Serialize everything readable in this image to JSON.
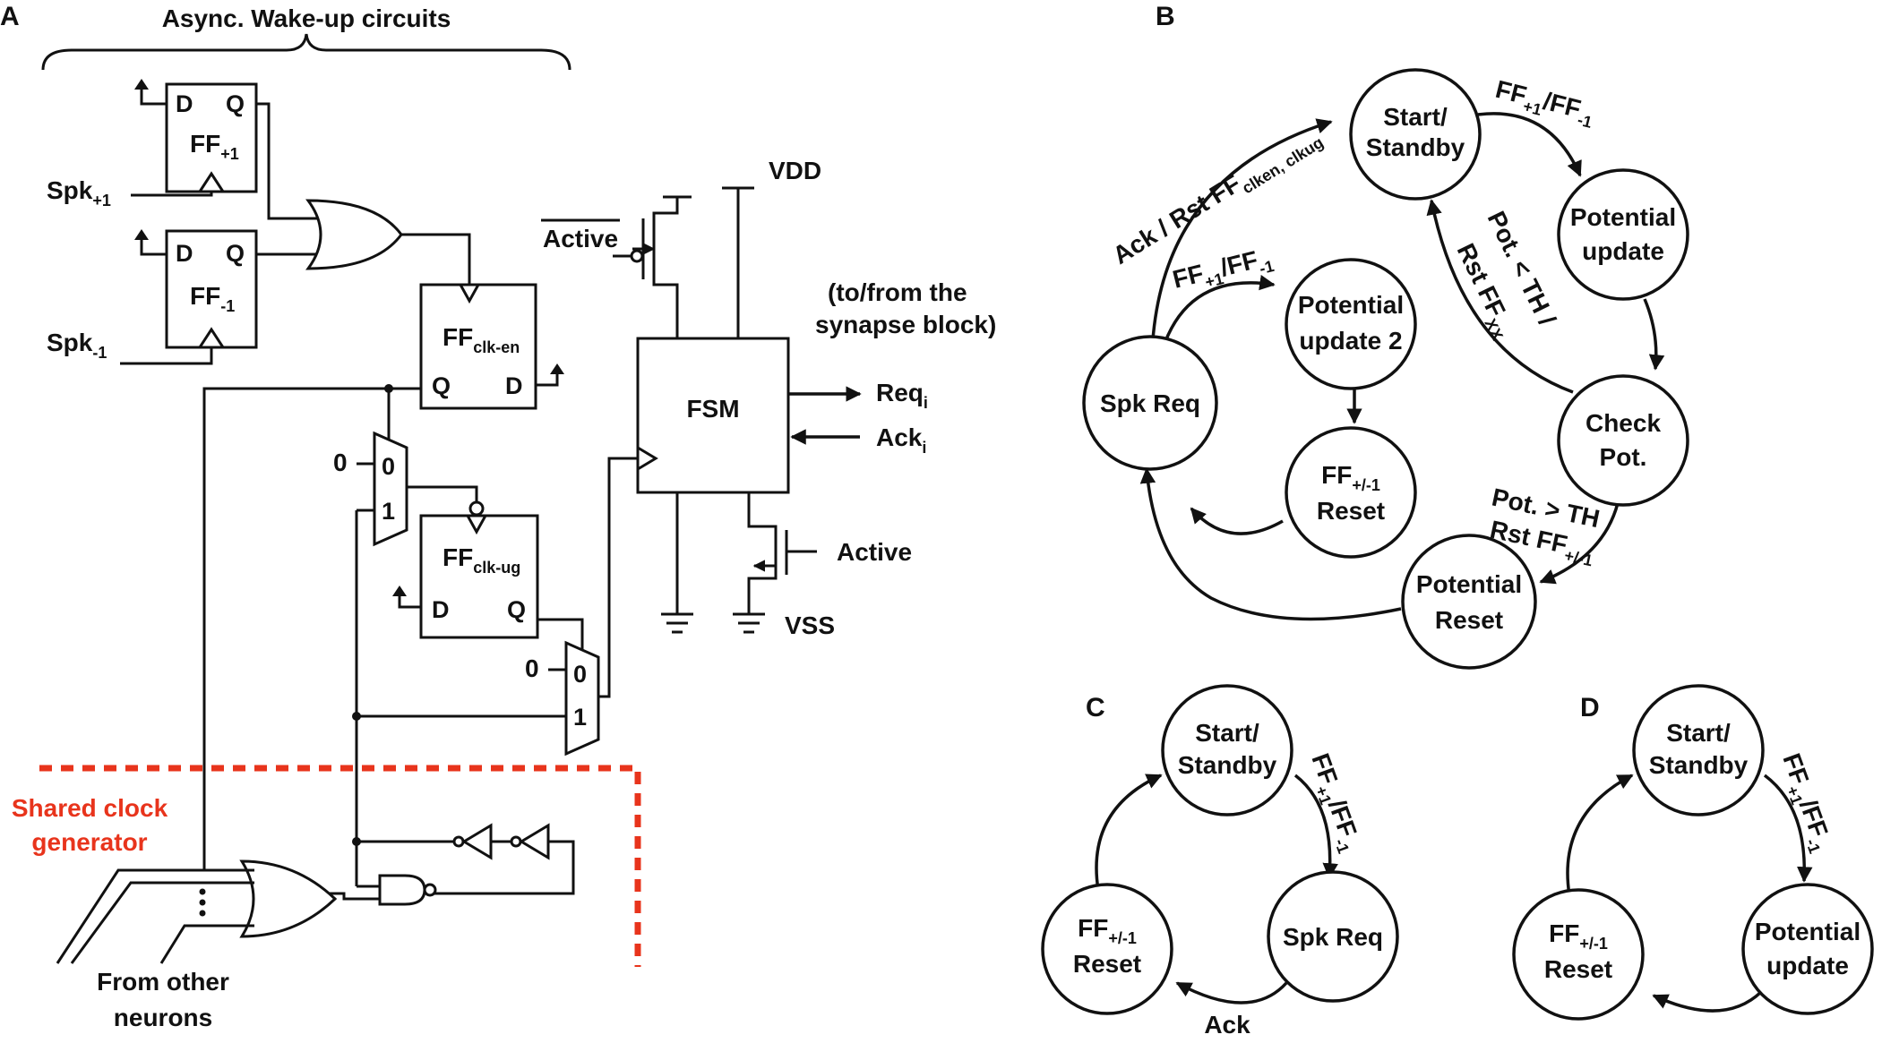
{
  "panels": {
    "a": "A",
    "b": "B",
    "c": "C",
    "d": "D"
  },
  "panel_a": {
    "title": "Async. Wake-up circuits",
    "spk_plus": "Spk",
    "spk_plus_sub": "+1",
    "spk_minus": "Spk",
    "spk_minus_sub": "-1",
    "d": "D",
    "q": "Q",
    "ff_plus": "FF",
    "ff_plus_sub": "+1",
    "ff_minus": "FF",
    "ff_minus_sub": "-1",
    "ff_clken": "FF",
    "ff_clken_sub": "clk-en",
    "ff_clkug": "FF",
    "ff_clkug_sub": "clk-ug",
    "mux_0": "0",
    "mux_1": "1",
    "const_0": "0",
    "active_bar": "Active",
    "active": "Active",
    "vdd": "VDD",
    "vss": "VSS",
    "fsm": "FSM",
    "synapse_1": "(to/from the",
    "synapse_2": "synapse block)",
    "req": "Req",
    "ack": "Ack",
    "sub_i": "i",
    "shared_1": "Shared clock",
    "shared_2": "generator",
    "shared_color": "#e8341c",
    "from_1": "From other",
    "from_2": "neurons"
  },
  "panel_b": {
    "nodes": {
      "start": [
        "Start/",
        "Standby"
      ],
      "pot_update": [
        "Potential",
        "update"
      ],
      "check": [
        "Check",
        "Pot."
      ],
      "pot_reset": [
        "Potential",
        "Reset"
      ],
      "ff_reset": [
        "FF",
        "Reset"
      ],
      "ff_reset_sub": "+/-1",
      "pot_update2": [
        "Potential",
        "update 2"
      ],
      "spk_req": [
        "Spk Req"
      ]
    },
    "edges": {
      "ff": "FF",
      "ff_sub_plus": "+1",
      "slash": "/",
      "ff_sub_minus": "-1",
      "ack_rst": "Ack / Rst FF",
      "ack_rst_sub": "clken, clkug",
      "pot_lt_1": "Pot. < TH /",
      "pot_lt_2": "Rst FF",
      "pot_lt_2_sub": "XX",
      "pot_gt_1": "Pot. > TH",
      "pot_gt_2": "Rst FF",
      "pot_gt_2_sub": "+/-1"
    }
  },
  "panel_c": {
    "start": [
      "Start/",
      "Standby"
    ],
    "spk_req": [
      "Spk Req"
    ],
    "ff_reset": [
      "FF",
      "Reset"
    ],
    "ff_reset_sub": "+/-1",
    "ack": "Ack"
  },
  "panel_d": {
    "start": [
      "Start/",
      "Standby"
    ],
    "pot_update": [
      "Potential",
      "update"
    ],
    "ff_reset": [
      "FF",
      "Reset"
    ],
    "ff_reset_sub": "+/-1"
  }
}
